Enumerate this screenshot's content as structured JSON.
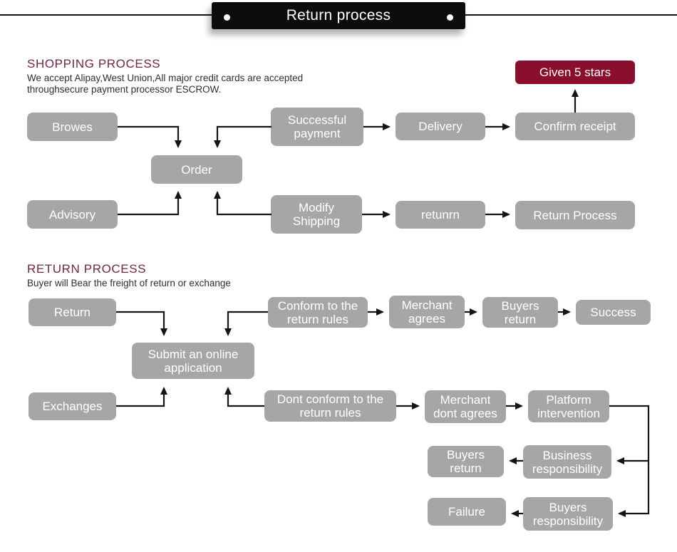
{
  "title": {
    "ribbon": "Return process"
  },
  "sections": {
    "shopping": {
      "heading": "SHOPPING PROCESS",
      "subtitle_line1": "We accept Alipay,West Union,All major credit cards are accepted",
      "subtitle_line2": "throughsecure payment processor ESCROW."
    },
    "return": {
      "heading": "RETURN PROCESS",
      "subtitle": "Buyer will Bear the freight of return or exchange"
    }
  },
  "nodes": {
    "given_5_stars": "Given 5 stars",
    "browes": "Browes",
    "successful_payment": "Successful payment",
    "delivery": "Delivery",
    "confirm_receipt": "Confirm receipt",
    "order": "Order",
    "advisory": "Advisory",
    "modify_shipping": "Modify Shipping",
    "retunrn": "retunrn",
    "return_process": "Return Process",
    "return": "Return",
    "conform_rules": "Conform to the return rules",
    "merchant_agrees": "Merchant agrees",
    "buyers_return_top": "Buyers return",
    "success": "Success",
    "submit_application": "Submit an online application",
    "exchanges": "Exchanges",
    "dont_conform_rules": "Dont conform to the return rules",
    "merchant_dont_agrees": "Merchant dont agrees",
    "platform_intervention": "Platform intervention",
    "buyers_return_bottom": "Buyers return",
    "business_responsibility": "Business responsibility",
    "failure": "Failure",
    "buyers_responsibility": "Buyers responsibility"
  },
  "colors": {
    "node_gray": "#a6a6a6",
    "node_text": "#ffffff",
    "accent_maroon": "#8a0e2e",
    "heading_maroon": "#6e2745",
    "ribbon_black": "#0d0d0d",
    "line_black": "#141414"
  }
}
